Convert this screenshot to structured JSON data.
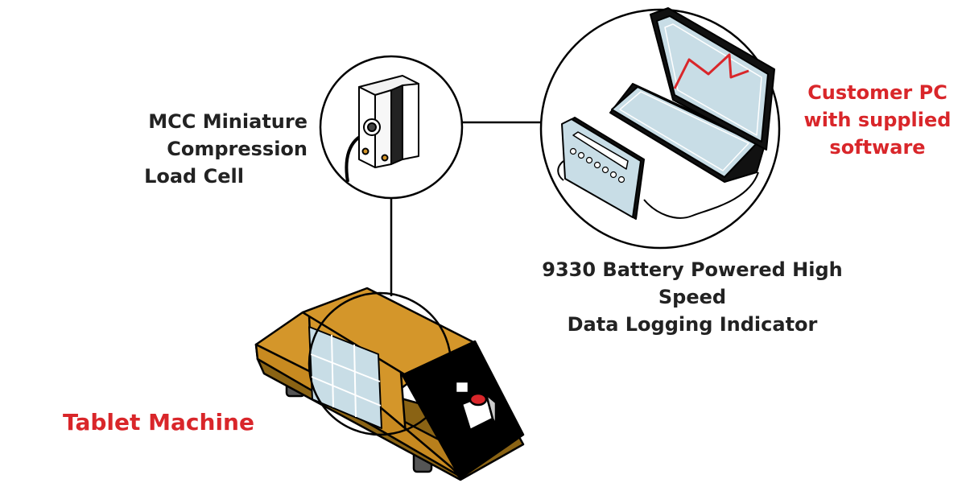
{
  "labels": {
    "load_cell": {
      "line1": "MCC Miniature Compression",
      "line2": "Load Cell"
    },
    "customer_pc": {
      "line1": "Customer PC",
      "line2": "with supplied",
      "line3": "software"
    },
    "indicator": {
      "line1": "9330 Battery Powered High Speed",
      "line2": "Data Logging Indicator"
    },
    "tablet_machine": "Tablet Machine"
  },
  "colors": {
    "accent": "#d9262a",
    "text": "#222222",
    "machine_body": "#d4962a",
    "machine_side": "#b87f1c",
    "screen": "#c8dde6",
    "outline": "#000000"
  },
  "icons": {
    "load_cell": "load-cell-icon",
    "laptop": "laptop-icon",
    "indicator": "indicator-icon",
    "tablet_machine": "tablet-machine-icon"
  }
}
